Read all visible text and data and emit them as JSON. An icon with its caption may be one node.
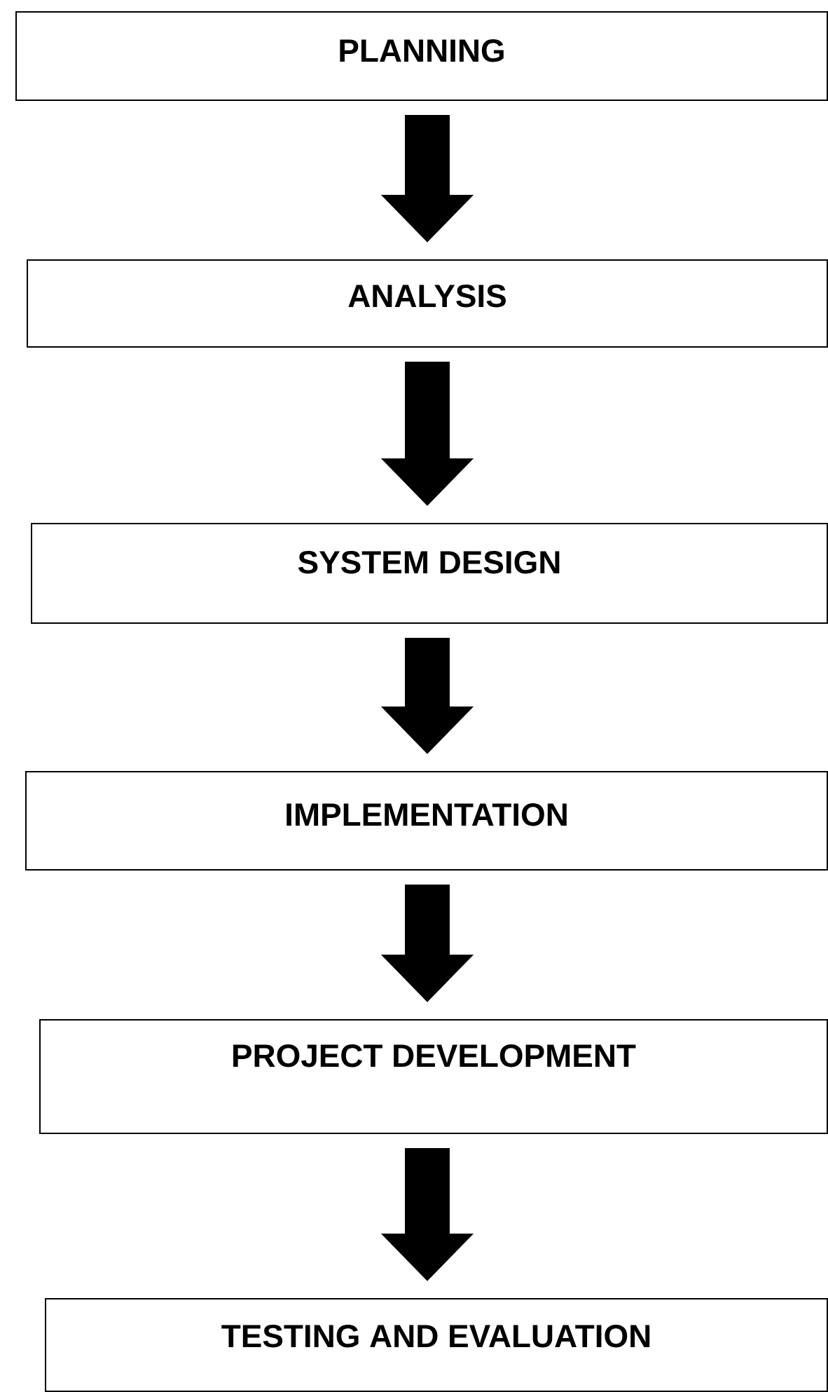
{
  "diagram": {
    "nodes": [
      {
        "text": [
          "PLANNING"
        ]
      },
      {
        "text": [
          "ANALYSIS"
        ]
      },
      {
        "text": [
          "SYSTEM DESIGN"
        ]
      },
      {
        "text": [
          "IMPLEMENTATION"
        ]
      },
      {
        "text": [
          "PROJECT DEVELOPMENT"
        ]
      },
      {
        "text": [
          "TESTING AND EVALUATION"
        ]
      }
    ],
    "edges": [
      {
        "from": 0,
        "to": 1,
        "arrow": "to"
      },
      {
        "from": 1,
        "to": 2,
        "arrow": "to"
      },
      {
        "from": 2,
        "to": 3,
        "arrow": "to"
      },
      {
        "from": 3,
        "to": 4,
        "arrow": "to"
      },
      {
        "from": 4,
        "to": 5,
        "arrow": "to"
      }
    ]
  }
}
